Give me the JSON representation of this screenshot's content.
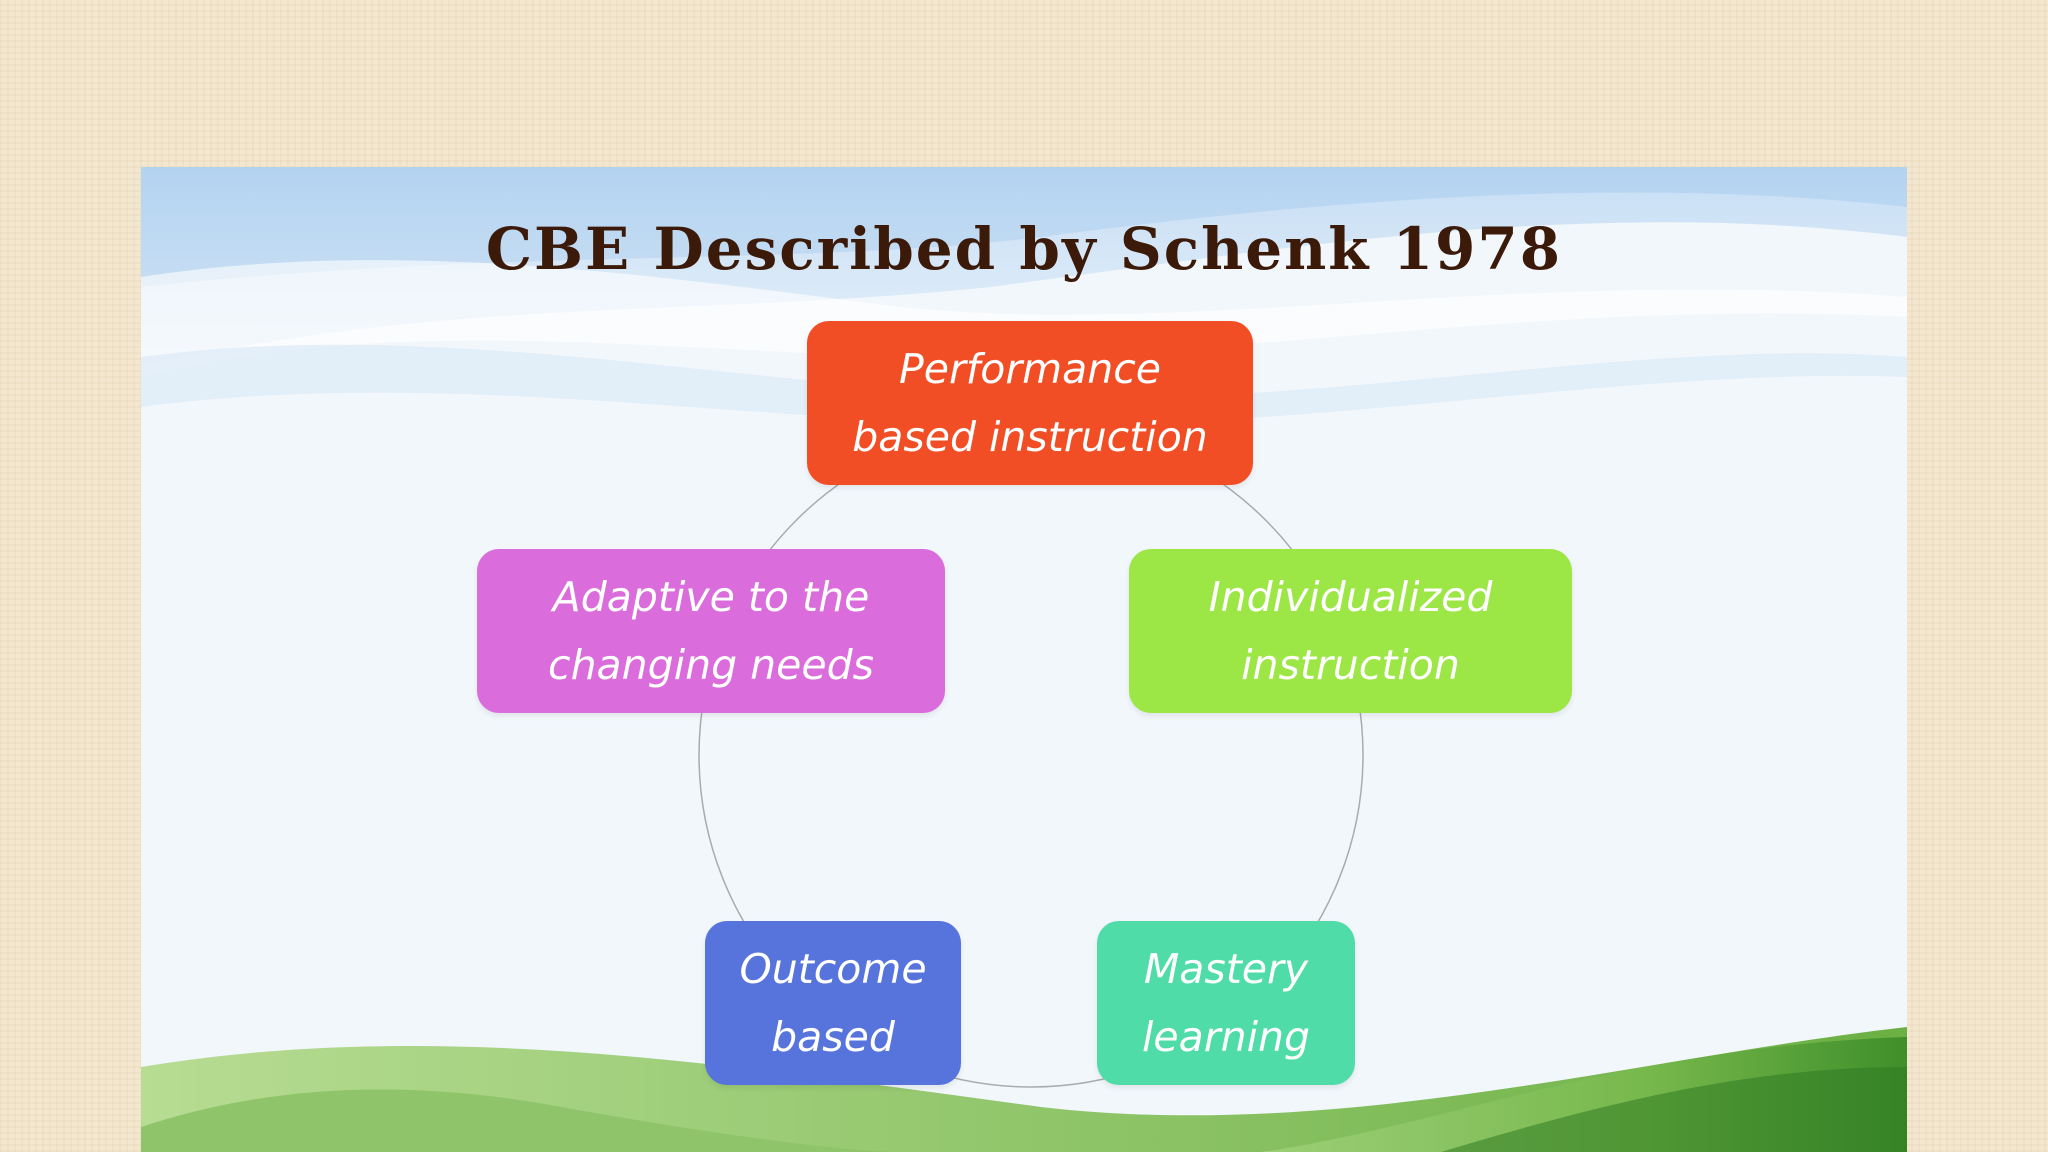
{
  "slide": {
    "title": "CBE Described by Schenk 1978"
  },
  "diagram": {
    "type": "cycle",
    "nodes": [
      {
        "id": "performance",
        "label": "Performance based instruction",
        "color": "#f24e26"
      },
      {
        "id": "individualized",
        "label": "Individualized instruction",
        "color": "#9ce646"
      },
      {
        "id": "mastery",
        "label": "Mastery learning",
        "color": "#4fdca8"
      },
      {
        "id": "outcome",
        "label": "Outcome based",
        "color": "#5774dc"
      },
      {
        "id": "adaptive",
        "label": "Adaptive to the changing needs",
        "color": "#da6cdb"
      }
    ]
  },
  "colors": {
    "page_background": "#f3e7cf",
    "slide_background": "#f2f7fc",
    "title_text": "#3b1a0a",
    "top_wave": "#a9cdef",
    "bottom_hill": "#5aa838",
    "cycle_line": "#8a8a8a"
  }
}
